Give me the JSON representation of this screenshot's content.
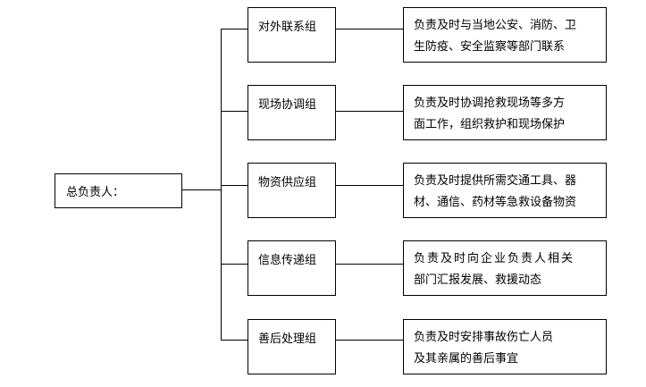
{
  "root": {
    "label": "总负责人："
  },
  "groups": [
    {
      "name": "对外联系组",
      "desc_line1": "负责及时与当地公安、消防、卫",
      "desc_line2": "生防疫、安全监察等部门联系"
    },
    {
      "name": "现场协调组",
      "desc_line1": "负责及时协调抢救现场等多方",
      "desc_line2": "面工作，组织救护和现场保护"
    },
    {
      "name": "物资供应组",
      "desc_line1": "负责及时提供所需交通工具、器",
      "desc_line2": "材、通信、药材等急救设备物资"
    },
    {
      "name": "信息传递组",
      "desc_line1": "负责及时向企业负责人相关",
      "desc_line2": "部门汇报发展、救援动态"
    },
    {
      "name": "善后处理组",
      "desc_line1": "负责及时安排事故伤亡人员",
      "desc_line2": "及其亲属的善后事宜"
    }
  ]
}
